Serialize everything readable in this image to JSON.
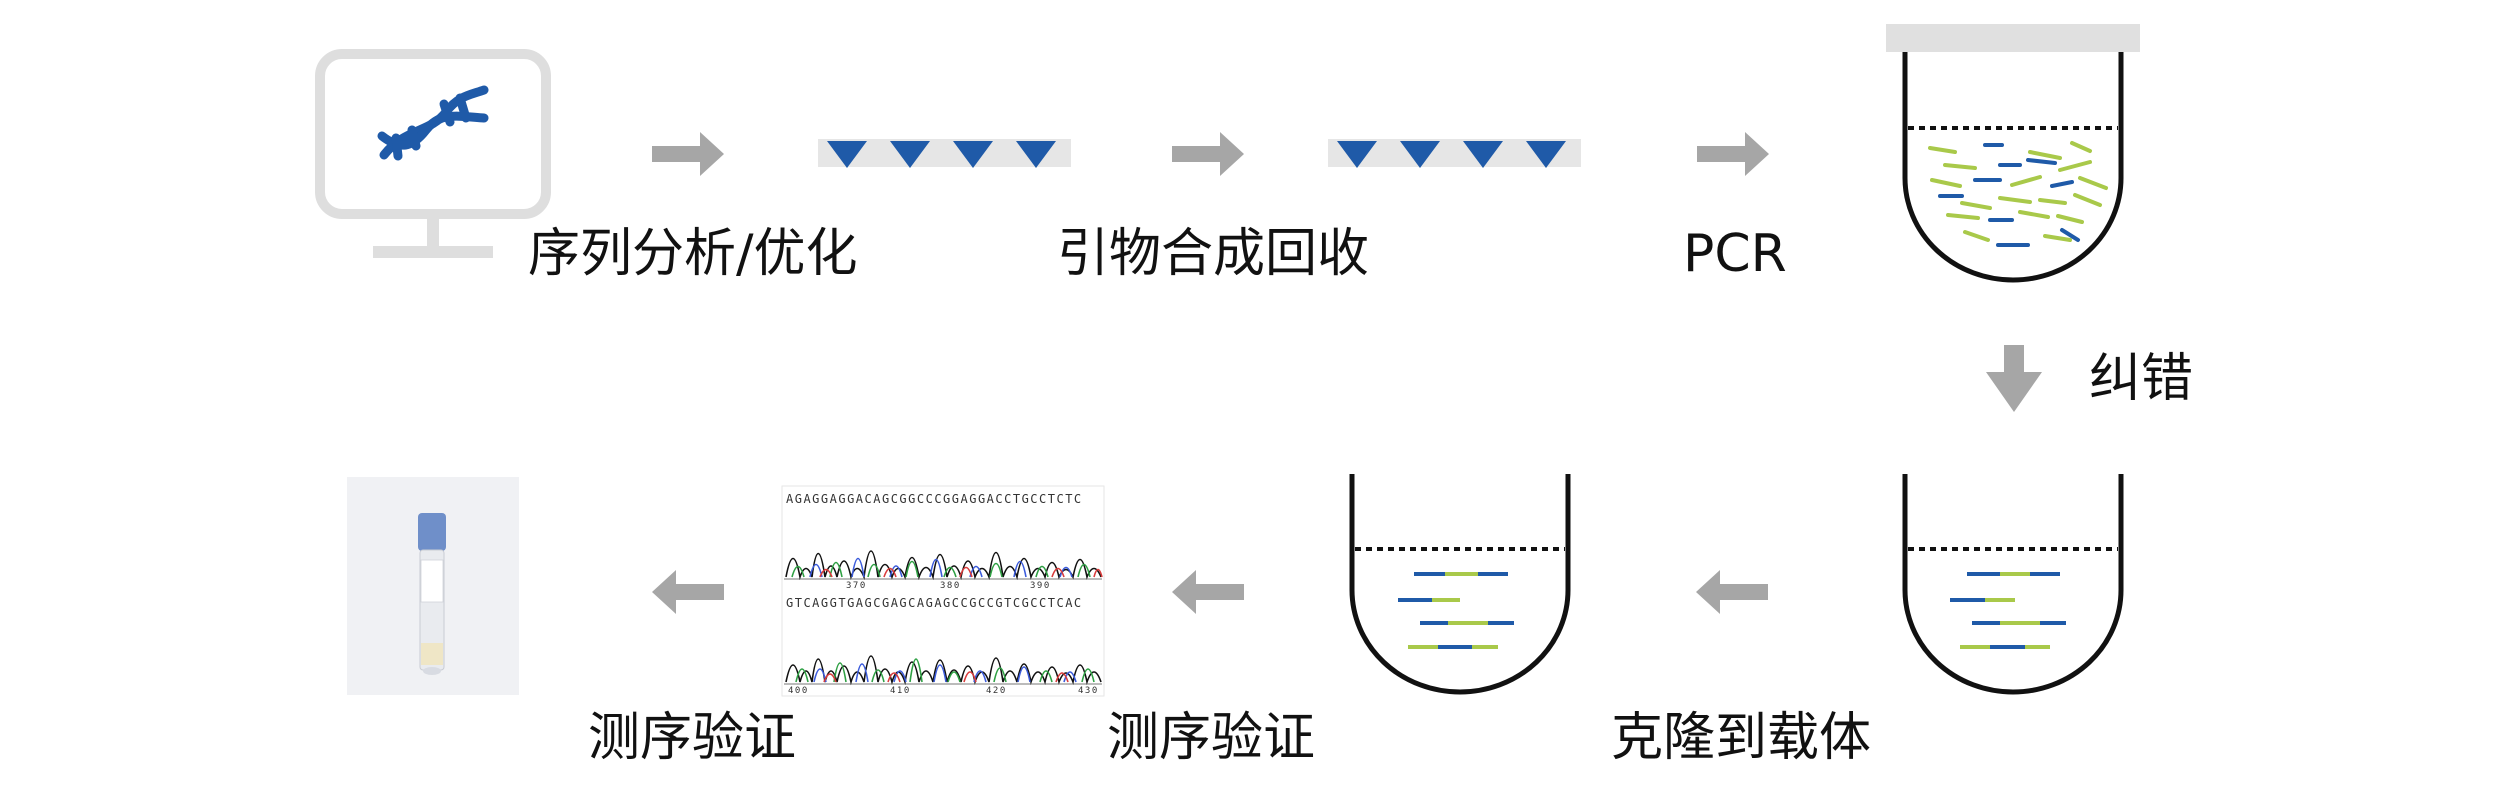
{
  "diagram": {
    "steps": {
      "analysis": "序列分析/优化",
      "primer": "引物合成回收",
      "pcr": "PCR",
      "correction": "纠错",
      "cloning": "克隆到载体",
      "sequencing": "测序验证",
      "delivery": "测序验证"
    },
    "chromatogram": {
      "seq_top": "AGAGGAGGACAGCGGCCCGGAGGACCTGCCTCTC",
      "seq_bottom": "GTCAGGTGAGCGAGCAGAGCCGCCGTCGCCTCAC",
      "ticks_top": [
        "370",
        "380",
        "390"
      ],
      "ticks_bottom": [
        "400",
        "410",
        "420",
        "430"
      ]
    }
  },
  "colors": {
    "dna_blue": "#1f5aa8",
    "oligo_green": "#a9c94a",
    "arrow_gray": "#a6a6a6",
    "monitor_gray": "#d9d9d9"
  }
}
